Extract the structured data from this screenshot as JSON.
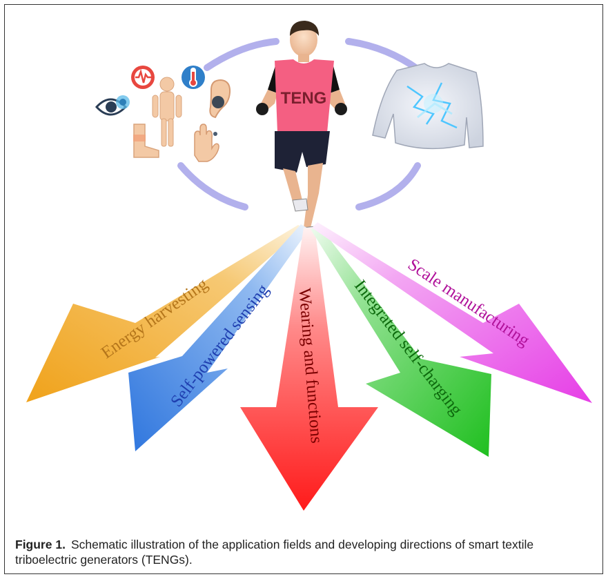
{
  "figure": {
    "label": "Figure 1.",
    "caption": "Schematic illustration of the application fields and developing directions of smart textile triboelectric generators (TENGs)."
  },
  "illustration": {
    "vest_text": "TENG"
  },
  "arrows": [
    {
      "label": "Energy harvesting",
      "color": "#f5a623",
      "text_color": "#b5761b"
    },
    {
      "label": "Self-powered sensing",
      "color": "#3e84e6",
      "text_color": "#1f3fb0"
    },
    {
      "label": "Wearing and functions",
      "color": "#ff2f2f",
      "text_color": "#7a0000"
    },
    {
      "label": "Integrated self-charging",
      "color": "#2ec52e",
      "text_color": "#0d6a0d"
    },
    {
      "label": "Scale manufacturing",
      "color": "#e94ce9",
      "text_color": "#b0119a"
    }
  ],
  "icons": [
    "eye-icon",
    "heartbeat-icon",
    "body-icon",
    "thermometer-icon",
    "ear-icon",
    "ankle-icon",
    "hand-icon",
    "luminous-shirt-icon",
    "runner-icon"
  ]
}
